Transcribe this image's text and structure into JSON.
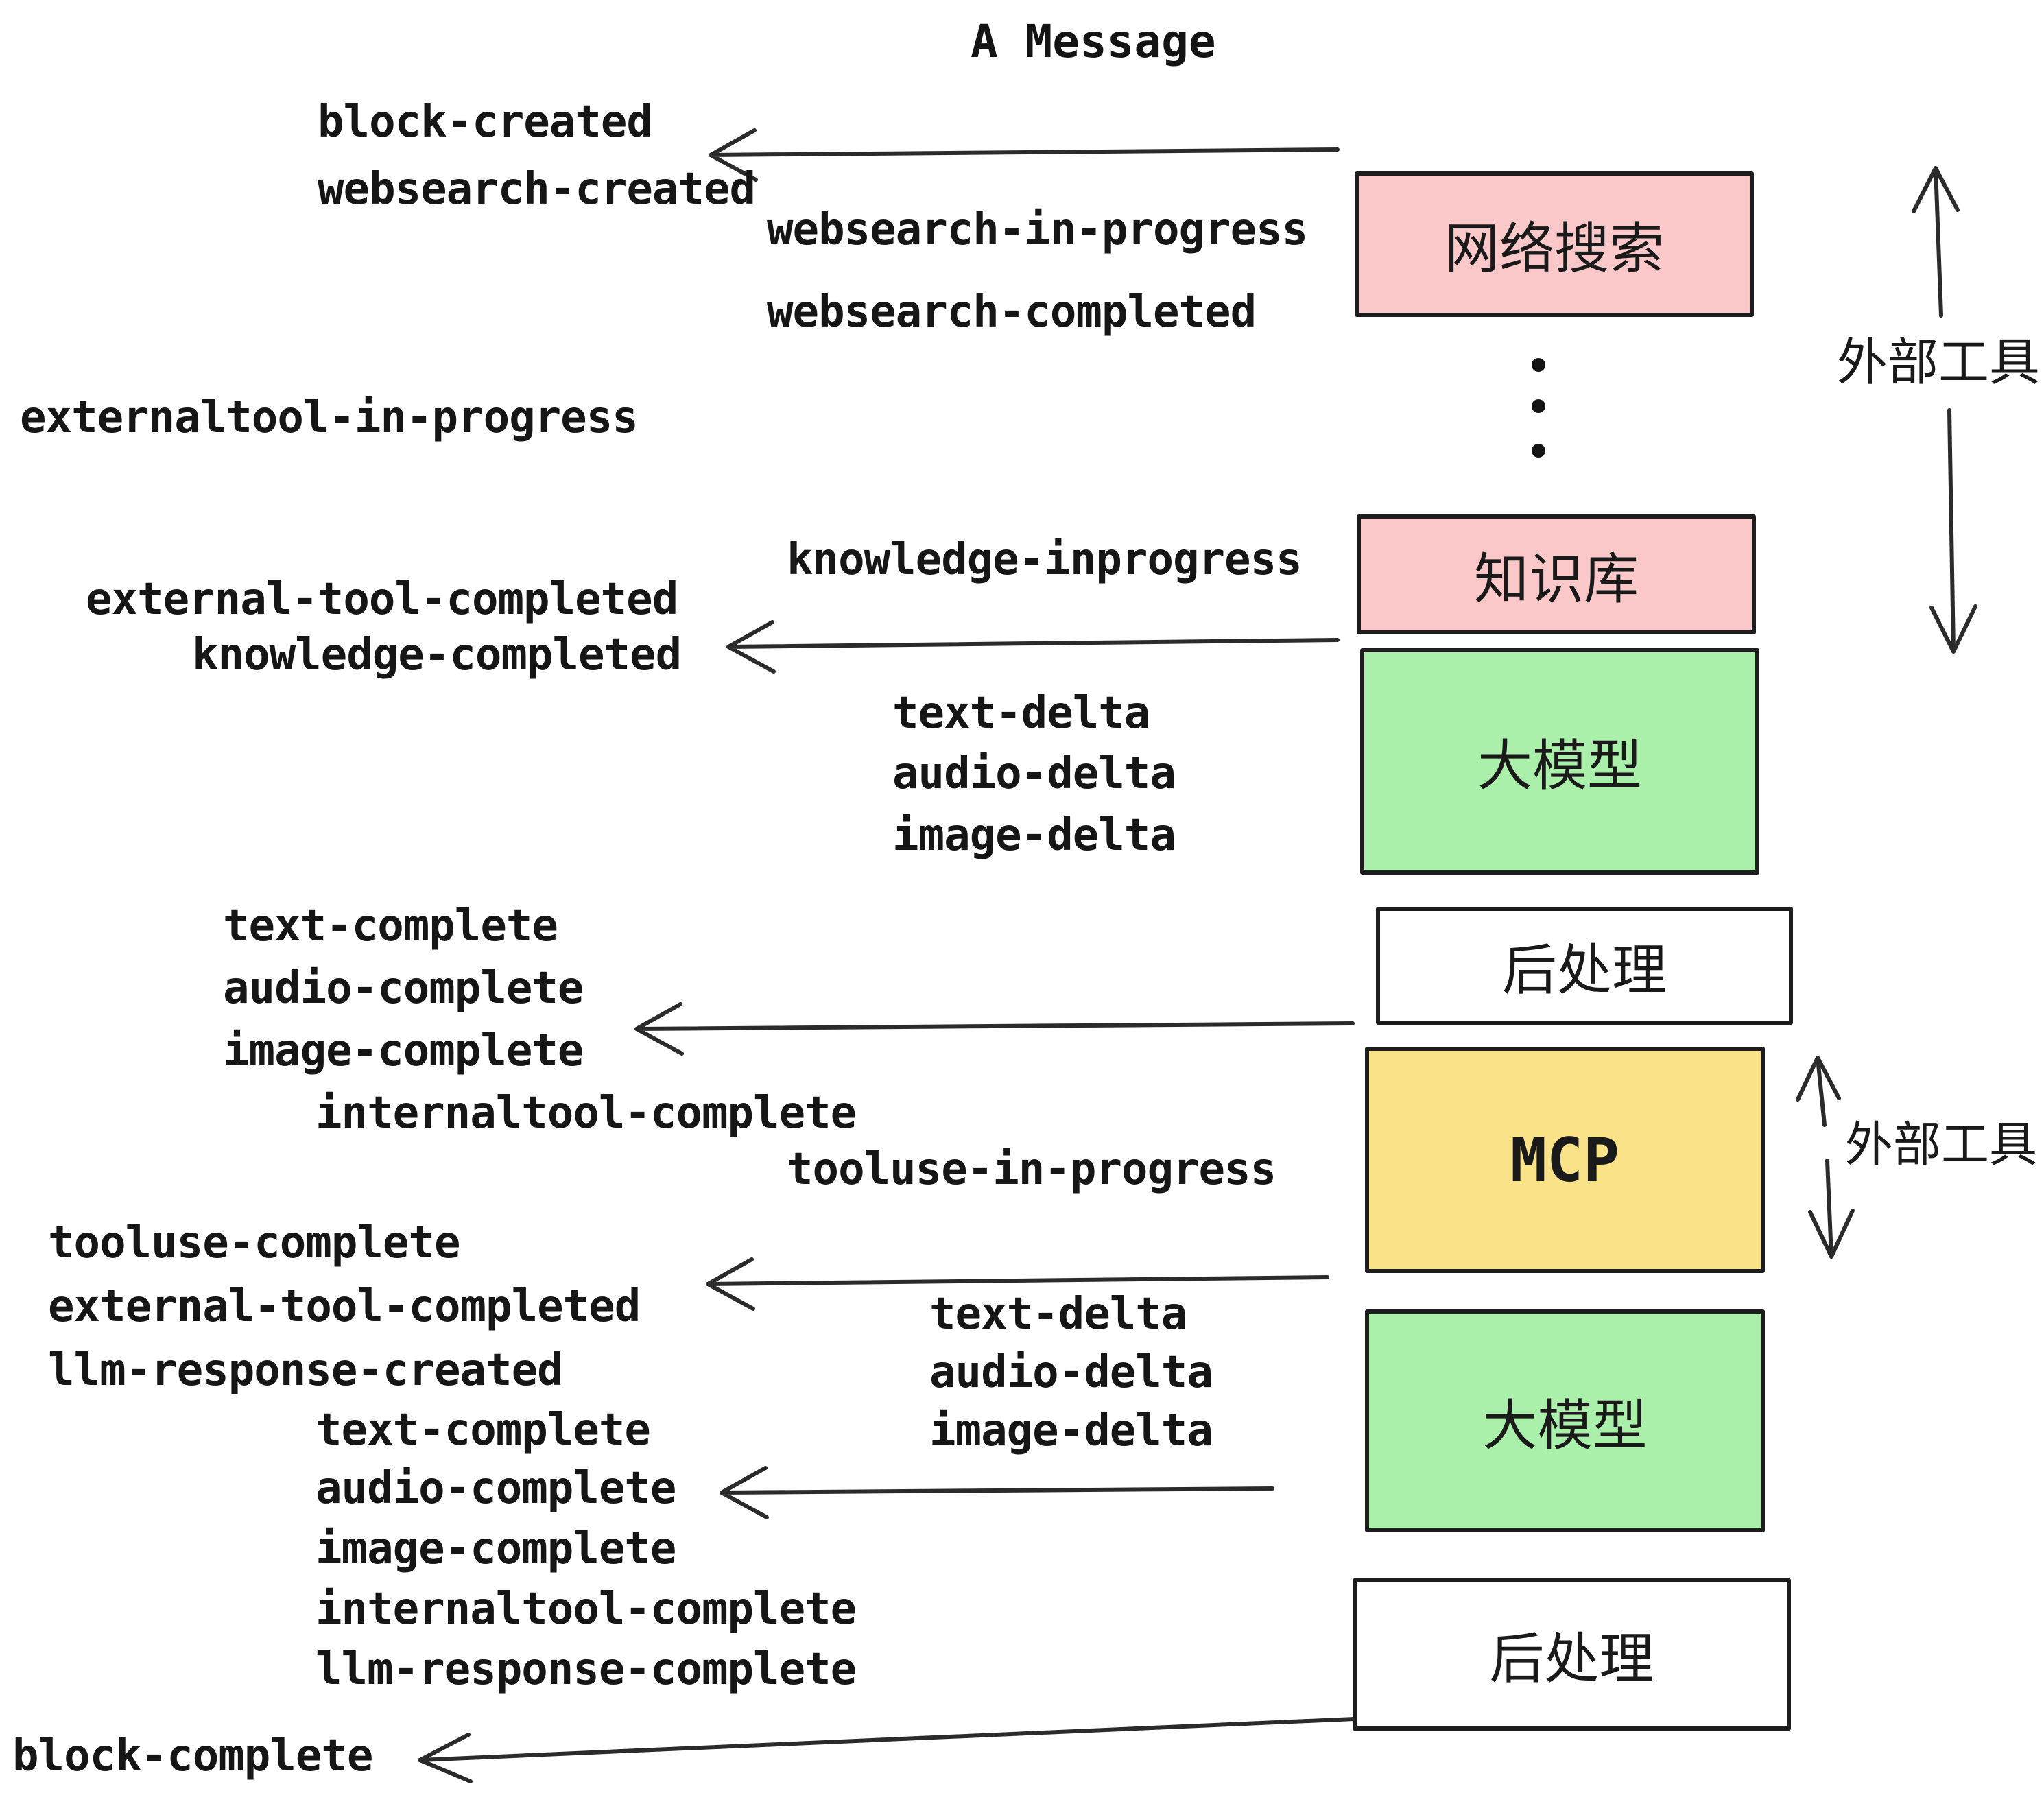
{
  "title": "A Message",
  "colors": {
    "background": "#ffffff",
    "box_border": "#1d1d1d",
    "pink_box": "#fbc8c9",
    "green_box": "#aaf0aa",
    "yellow_box": "#f9e288",
    "white_box": "#ffffff",
    "text": "#161616",
    "arrow": "#2b2b2b"
  },
  "boxes": [
    {
      "label": "网络搜索",
      "fill": "pink"
    },
    {
      "label": "知识库",
      "fill": "pink"
    },
    {
      "label": "大模型",
      "fill": "green"
    },
    {
      "label": "后处理",
      "fill": "white"
    },
    {
      "label": "MCP",
      "fill": "yellow"
    },
    {
      "label": "大模型",
      "fill": "green"
    },
    {
      "label": "后处理",
      "fill": "white"
    }
  ],
  "side_labels": [
    {
      "text": "外部工具"
    },
    {
      "text": "外部工具"
    }
  ],
  "events": [
    {
      "text": "block-created"
    },
    {
      "text": "websearch-created"
    },
    {
      "text": "websearch-in-progress"
    },
    {
      "text": "websearch-completed"
    },
    {
      "text": "externaltool-in-progress"
    },
    {
      "text": "knowledge-inprogress"
    },
    {
      "text": "external-tool-completed"
    },
    {
      "text": "knowledge-completed"
    },
    {
      "text": "text-delta"
    },
    {
      "text": "audio-delta"
    },
    {
      "text": "image-delta"
    },
    {
      "text": "text-complete"
    },
    {
      "text": "audio-complete"
    },
    {
      "text": "image-complete"
    },
    {
      "text": "internaltool-complete"
    },
    {
      "text": "tooluse-in-progress"
    },
    {
      "text": "tooluse-complete"
    },
    {
      "text": "external-tool-completed"
    },
    {
      "text": "llm-response-created"
    },
    {
      "text": "text-delta"
    },
    {
      "text": "audio-delta"
    },
    {
      "text": "image-delta"
    },
    {
      "text": "text-complete"
    },
    {
      "text": "audio-complete"
    },
    {
      "text": "image-complete"
    },
    {
      "text": "internaltool-complete"
    },
    {
      "text": "llm-response-complete"
    },
    {
      "text": "block-complete"
    }
  ],
  "ellipsis_dots": 3
}
